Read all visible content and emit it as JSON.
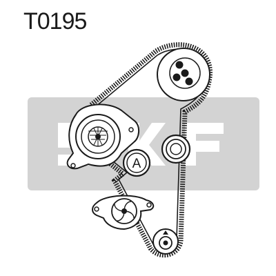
{
  "title": "T0195",
  "brand": {
    "watermark_text": "SKF",
    "watermark_color": "#d3d3d3"
  },
  "colors": {
    "line": "#1a1a1a",
    "background": "#ffffff"
  },
  "components": {
    "tensioner_label": "A"
  }
}
